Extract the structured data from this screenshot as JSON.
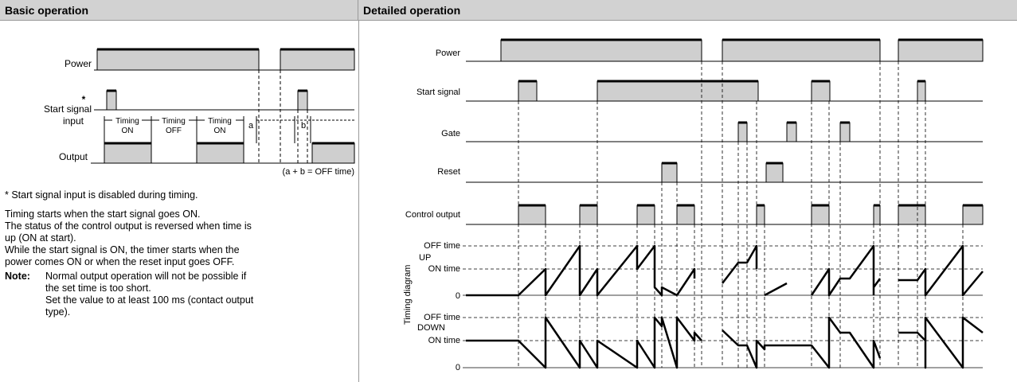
{
  "headers": {
    "basic": "Basic operation",
    "detailed": "Detailed operation"
  },
  "basic": {
    "labels": {
      "power": "Power",
      "asterisk": "*",
      "start_signal": "Start signal",
      "input": "input",
      "output": "Output",
      "timing_on_1": "Timing",
      "on_1": "ON",
      "timing_off": "Timing",
      "off": "OFF",
      "timing_on_2": "Timing",
      "on_2": "ON",
      "a": "a",
      "b": "b",
      "formula": "(a + b = OFF time)"
    },
    "footnote": "* Start signal input is disabled during timing.",
    "description": [
      "Timing starts when the start signal goes ON.",
      "The status of the control output is reversed when time is",
      "up (ON at start).",
      "While the start signal is ON, the timer starts when the",
      "power comes ON or when the reset input goes OFF."
    ],
    "note_label": "Note:",
    "note_lines": [
      "Normal output operation will not be possible if",
      "the set time is too short.",
      "Set the value to at least 100 ms (contact output",
      "type)."
    ]
  },
  "detailed": {
    "labels": {
      "power": "Power",
      "start_signal": "Start signal",
      "gate": "Gate",
      "reset": "Reset",
      "control_output": "Control output",
      "timing_diagram": "Timing diagram",
      "up": "UP",
      "down": "DOWN",
      "off_time_up": "OFF time",
      "on_time_up": "ON time",
      "zero_up": "0",
      "off_time_down": "OFF time",
      "on_time_down": "ON time",
      "zero_down": "0"
    }
  }
}
